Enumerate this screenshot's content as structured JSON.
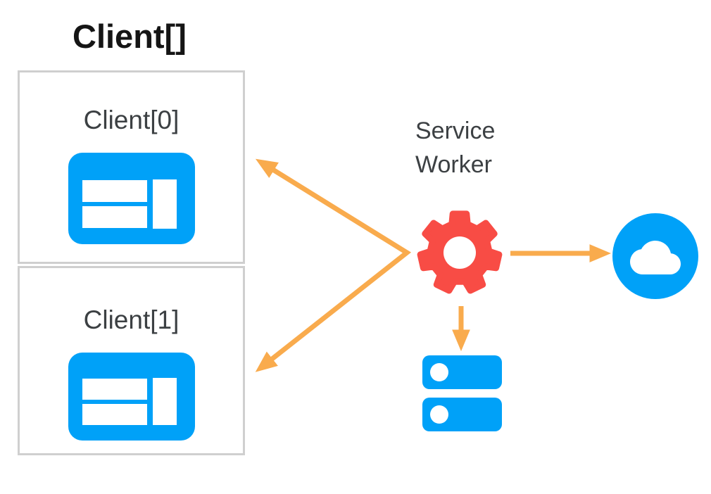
{
  "colors": {
    "blue": "#00A1F8",
    "red": "#F84C45",
    "orange": "#F9AB4D",
    "box-border": "#CFCFCF",
    "label-gray": "#3C4043",
    "title-color": "#151515",
    "background": "#FFFFFF"
  },
  "diagram": {
    "title": "Client[]",
    "clients": [
      {
        "label": "Client[0]",
        "icon": "browser-window-icon",
        "icon_color": "#00A1F8"
      },
      {
        "label": "Client[1]",
        "icon": "browser-window-icon",
        "icon_color": "#00A1F8"
      }
    ],
    "service_worker": {
      "label_lines": [
        "Service",
        "Worker"
      ],
      "icon": "gear-icon",
      "icon_color": "#F84C45"
    },
    "network": {
      "icon": "cloud-icon",
      "icon_color": "#00A1F8"
    },
    "storage": {
      "icon": "server-stack-icon",
      "icon_color": "#00A1F8"
    },
    "connections": [
      {
        "from": "service-worker",
        "to": "client-0",
        "arrowhead_at": "client-0",
        "color": "#F9AB4D"
      },
      {
        "from": "service-worker",
        "to": "client-1",
        "arrowhead_at": "client-1",
        "color": "#F9AB4D"
      },
      {
        "from": "service-worker",
        "to": "network-cloud",
        "arrowhead_at": "network-cloud",
        "color": "#F9AB4D"
      },
      {
        "from": "service-worker",
        "to": "storage",
        "arrowhead_at": "storage",
        "color": "#F9AB4D"
      }
    ]
  }
}
